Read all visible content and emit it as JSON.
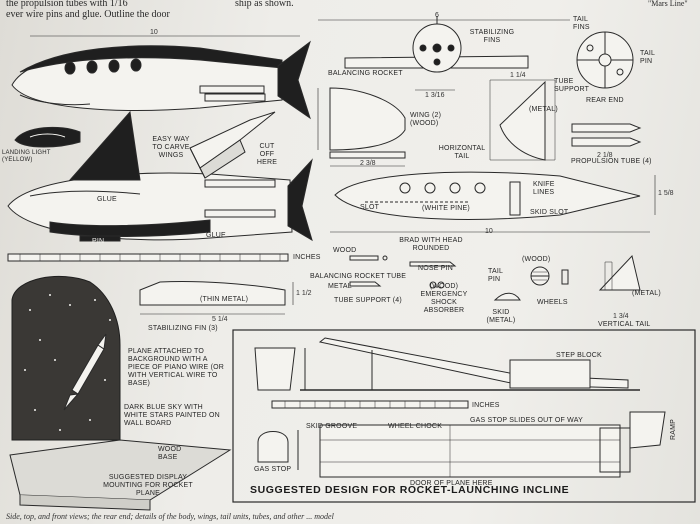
{
  "intro_lines": [
    "the propulsion tubes with 1/16",
    "ever wire pins and glue. Outline the door",
    "ship as shown."
  ],
  "corner_text": "\"Mars Line\"",
  "labels": {
    "stabilizing_fins": "STABILIZING FINS",
    "balancing_rocket": "BALANCING ROCKET",
    "tail_fins": "TAIL FINS",
    "tail_pin": "TAIL PIN",
    "tube_support": "TUBE SUPPORT",
    "rear_end": "REAR END",
    "landing_light": "LANDING LIGHT (YELLOW)",
    "easy_way": "EASY WAY TO CARVE WINGS",
    "cut_off": "CUT OFF HERE",
    "wing_wood": "WING (2) (WOOD)",
    "metal_1": "(METAL)",
    "horizontal_tail": "HORIZONTAL TAIL",
    "propulsion_tube": "PROPULSION TUBE (4)",
    "glue_1": "GLUE",
    "glue_2": "GLUE",
    "pin": "PIN",
    "knife_lines": "KNIFE LINES",
    "slot": "SLOT",
    "white_pine": "(WHITE PINE)",
    "skid_slot": "SKID SLOT",
    "inches_1": "INCHES",
    "brad": "BRAD WITH HEAD ROUNDED",
    "wood_1": "WOOD",
    "wood_2": "(WOOD)",
    "balancing_rocket_tube": "BALANCING ROCKET TUBE",
    "metal_2": "METAL",
    "nose_pin": "NOSE PIN",
    "tail_pin_2": "TAIL PIN",
    "tube_support_4": "TUBE SUPPORT (4)",
    "emergency": "(WOOD) EMERGENCY SHOCK ABSORBER",
    "wheels": "WHEELS",
    "skid_metal": "SKID (METAL)",
    "metal_3": "(METAL)",
    "vertical_tail": "VERTICAL TAIL",
    "thin_metal": "(THIN METAL)",
    "stabilizing_fin": "STABILIZING FIN (3)",
    "plane_attached": "PLANE ATTACHED TO BACKGROUND WITH A PIECE OF PIANO WIRE (OR WITH VERTICAL WIRE TO BASE)",
    "dark_blue": "DARK BLUE SKY WITH WHITE STARS PAINTED ON WALL BOARD",
    "wood_base": "WOOD BASE",
    "suggested_display": "SUGGESTED DISPLAY MOUNTING FOR ROCKET PLANE",
    "step_block": "STEP BLOCK",
    "inches_2": "INCHES",
    "skid_groove": "SKID GROOVE",
    "wheel_chock": "WHEEL CHOCK",
    "gas_stop_slides": "GAS STOP SLIDES OUT OF WAY",
    "gas_stop": "GAS STOP",
    "ramp": "RAMP",
    "door_of_plane": "DOOR OF PLANE HERE"
  },
  "dims": {
    "d_10": "10",
    "d_6": "6",
    "d_1_3_16": "1 3/16",
    "d_2_3_8": "2 3/8",
    "d_1_1_4": "1 1/4",
    "d_2_1_8": "2 1/8",
    "d_10b": "10",
    "d_1_5_8": "1 5/8",
    "d_5_1_4": "5 1/4",
    "d_1_1_2": "1 1/2",
    "d_1_3_4": "1 3/4"
  },
  "title": "SUGGESTED DESIGN FOR ROCKET-LAUNCHING INCLINE",
  "caption": "Side, top, and front views; the rear end; details of the body, wings, tail units, tubes, and other ... model"
}
